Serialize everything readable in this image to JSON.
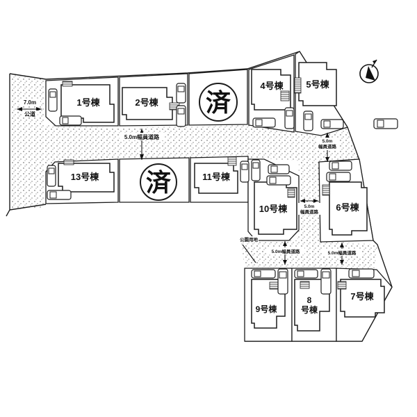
{
  "plan": {
    "sold_label": "済",
    "lots": [
      {
        "id": "1",
        "label": "1号棟"
      },
      {
        "id": "2",
        "label": "2号棟"
      },
      {
        "id": "4",
        "label": "4号棟"
      },
      {
        "id": "5",
        "label": "5号棟"
      },
      {
        "id": "13",
        "label": "13号棟"
      },
      {
        "id": "11",
        "label": "11号棟"
      },
      {
        "id": "10",
        "label": "10号棟"
      },
      {
        "id": "6",
        "label": "6号棟"
      },
      {
        "id": "9",
        "label": "9号棟"
      },
      {
        "id": "8",
        "label_line1": "8",
        "label_line2": "号棟"
      },
      {
        "id": "7",
        "label": "7号棟"
      }
    ],
    "dimensions": {
      "public_road_width": "7.0m",
      "public_road_type": "公道",
      "road_label": "5.0m幅員道路",
      "road_width": "5.0m",
      "road_type": "幅員道路",
      "land_note": "公園用地"
    },
    "icons": {
      "compass": "north-compass-icon",
      "car": "car-icon",
      "sold_stamp": "sold-stamp-circle"
    }
  }
}
